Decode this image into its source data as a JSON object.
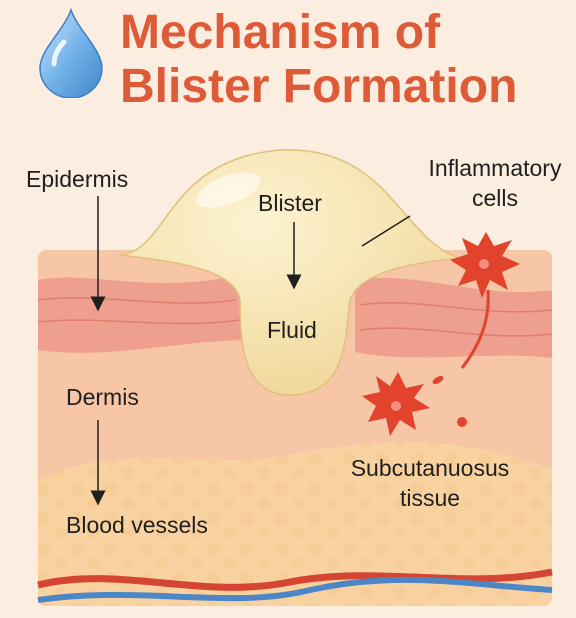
{
  "title": {
    "line1": "Mechanism of",
    "line2": "Blister Formation"
  },
  "labels": {
    "epidermis": "Epidermis",
    "blister": "Blister",
    "fluid": "Fluid",
    "inflammatory_line1": "Inflammatory",
    "inflammatory_line2": "cells",
    "dermis": "Dermis",
    "subcutaneous_line1": "Subcutanuosus",
    "subcutaneous_line2": "tissue",
    "blood_vessels": "Blood vessels"
  },
  "colors": {
    "title": "#de5b38",
    "background": "#fbeee1",
    "blister_fluid": "#f6e2ad",
    "epidermis_band": "#ef9f8f",
    "dermis": "#f6c6a6",
    "subcutaneous": "#f8d3a1",
    "inflammatory_cell": "#e2432c",
    "vein": "#4d86c6",
    "artery": "#d44532"
  },
  "icons": {
    "title_icon": "water-drop-icon"
  }
}
